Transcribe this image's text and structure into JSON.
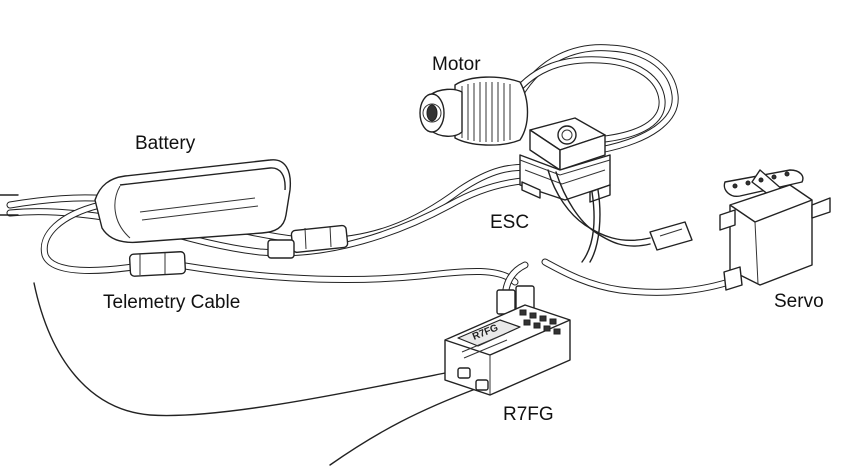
{
  "labels": {
    "motor": "Motor",
    "battery": "Battery",
    "esc": "ESC",
    "servo": "Servo",
    "telemetry_cable": "Telemetry Cable",
    "receiver": "R7FG"
  },
  "receiver_marking": "R7FG"
}
